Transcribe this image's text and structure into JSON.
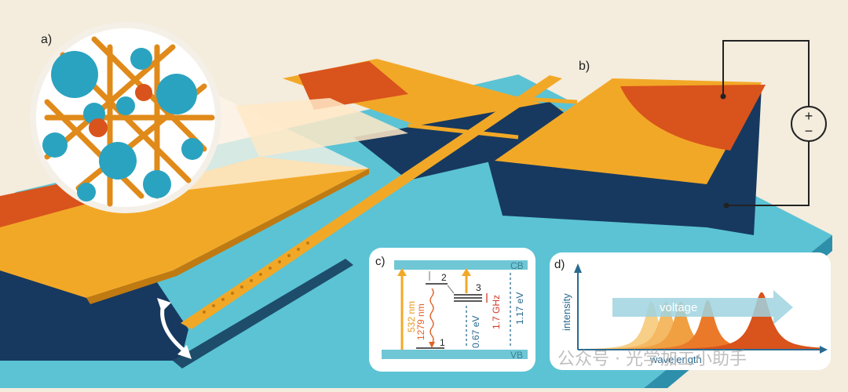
{
  "panels": {
    "a": "a)",
    "b": "b)",
    "c": "c)",
    "d": "d)"
  },
  "battery": {
    "plus": "+",
    "minus": "−"
  },
  "energy_diagram": {
    "cb": "CB",
    "vb": "VB",
    "levels": [
      "1",
      "2",
      "3"
    ],
    "excitation": "532 nm",
    "emission": "1279 nm",
    "gap_small": "0.67 eV",
    "gap_large": "1.17 eV",
    "splitting": "1.7 GHz"
  },
  "chart_data": {
    "type": "line",
    "xlabel": "wavelength",
    "ylabel": "intensity",
    "arrow_label": "voltage",
    "series": [
      {
        "center": 0.3,
        "width": 0.035,
        "height": 0.6,
        "color": "#f7cf87"
      },
      {
        "center": 0.36,
        "width": 0.035,
        "height": 0.6,
        "color": "#f5b863"
      },
      {
        "center": 0.42,
        "width": 0.035,
        "height": 0.6,
        "color": "#f0a040"
      },
      {
        "center": 0.53,
        "width": 0.035,
        "height": 0.62,
        "color": "#ea7a2a"
      },
      {
        "center": 0.75,
        "width": 0.045,
        "height": 0.72,
        "color": "#d9531c"
      }
    ]
  },
  "watermark": "公众号 · 光学加工小助手",
  "colors": {
    "cyan": "#5bc3d4",
    "navy": "#17395f",
    "gold": "#f2a827",
    "orange": "#d9531c"
  }
}
